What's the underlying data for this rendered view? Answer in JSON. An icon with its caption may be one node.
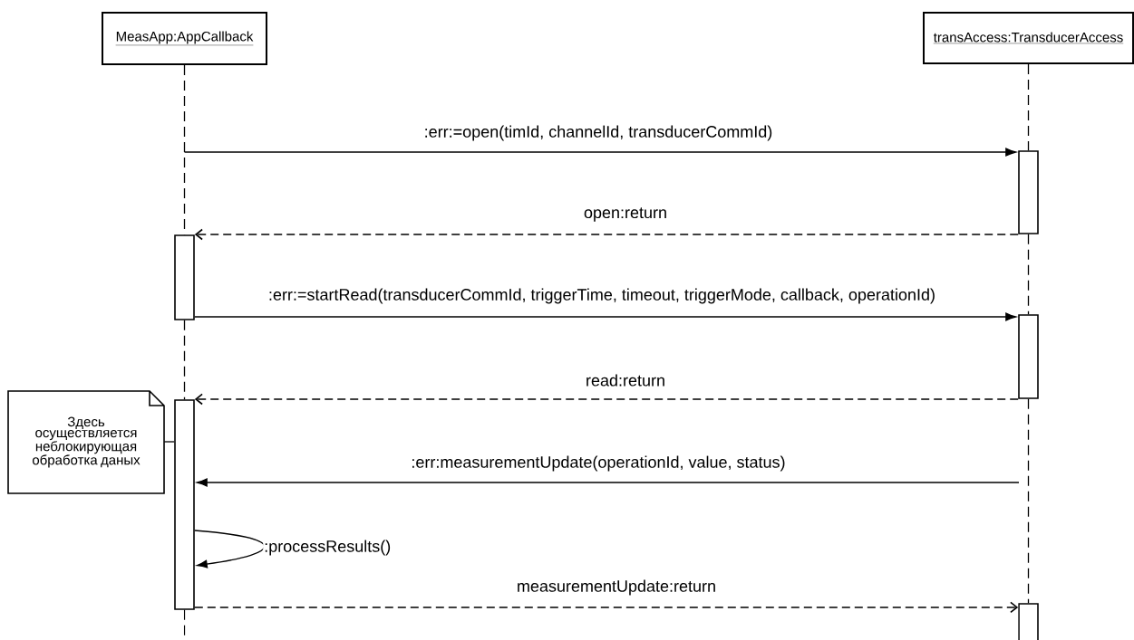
{
  "diagram": {
    "nodes": [
      {
        "text": [
          "MeasApp:AppCallback"
        ]
      },
      {
        "text": [
          "transAccess:TransducerAccess"
        ]
      },
      {
        "text": [],
        "shape": "bar"
      },
      {
        "text": [],
        "shape": "bar"
      },
      {
        "text": [],
        "shape": "bar"
      },
      {
        "text": [],
        "shape": "bar"
      },
      {
        "text": [],
        "shape": "bar"
      },
      {
        "text": [
          "Здесь осуществляется неблокирующая обработка даных"
        ]
      }
    ],
    "edges": [
      {
        "from": null,
        "to": 4,
        "arrow": "to",
        "label": ":err:=open(timId, channelId, transducerCommId)"
      },
      {
        "from": 4,
        "to": 2,
        "arrow": "to",
        "style": "dashed",
        "label": "open:return"
      },
      {
        "from": 2,
        "to": 5,
        "arrow": "to",
        "label": ":err:=startRead(transducerCommId, triggerTime, timeout, triggerMode, callback, operationId)"
      },
      {
        "from": 5,
        "to": 3,
        "arrow": "to",
        "style": "dashed",
        "label": "read:return"
      },
      {
        "from": null,
        "to": 3,
        "arrow": "to",
        "label": ":err:measurementUpdate(operationId, value, status)"
      },
      {
        "from": 3,
        "to": 3,
        "arrow": "to",
        "label": ":processResults()"
      },
      {
        "from": 3,
        "to": 6,
        "arrow": "to",
        "style": "dashed",
        "label": "measurementUpdate:return"
      },
      {
        "from": 7,
        "to": 3,
        "arrow": "none"
      },
      {
        "from": 0,
        "to": 2,
        "arrow": "none",
        "style": "dashed"
      },
      {
        "from": 2,
        "to": 3,
        "arrow": "none",
        "style": "dashed"
      },
      {
        "from": 3,
        "to": null,
        "arrow": "none",
        "style": "dashed"
      },
      {
        "from": 1,
        "to": 4,
        "arrow": "none",
        "style": "dashed"
      },
      {
        "from": 4,
        "to": 5,
        "arrow": "none",
        "style": "dashed"
      },
      {
        "from": 5,
        "to": 6,
        "arrow": "none",
        "style": "dashed"
      }
    ]
  }
}
